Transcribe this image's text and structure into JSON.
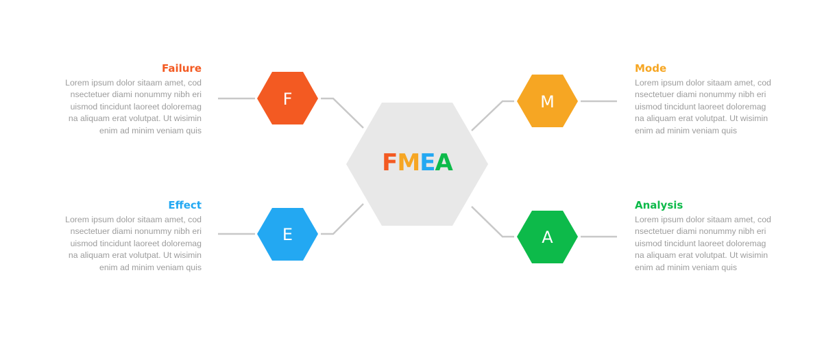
{
  "center": {
    "letters": [
      "F",
      "M",
      "E",
      "A"
    ],
    "colors": [
      "#F35A22",
      "#F6A623",
      "#23A8F2",
      "#0DBA4A"
    ],
    "fill": "#E8E8E8"
  },
  "connector_color": "#C8C8C8",
  "nodes": [
    {
      "id": "failure",
      "letter": "F",
      "title": "Failure",
      "color": "#F35A22",
      "body": "Lorem ipsum dolor sitaam amet, cod\nnsectetuer diami nonummy  nibh eri\nuismod tincidunt laoreet doloremag\nna aliquam erat volutpat. Ut wisimin\nenim ad minim veniam quis"
    },
    {
      "id": "mode",
      "letter": "M",
      "title": "Mode",
      "color": "#F6A623",
      "body": "Lorem ipsum dolor sitaam amet, cod\nnsectetuer diami nonummy  nibh eri\nuismod tincidunt laoreet doloremag\nna aliquam erat volutpat. Ut wisimin\nenim ad minim veniam quis"
    },
    {
      "id": "effect",
      "letter": "E",
      "title": "Effect",
      "color": "#23A8F2",
      "body": "Lorem ipsum dolor sitaam amet, cod\nnsectetuer diami nonummy  nibh eri\nuismod tincidunt laoreet doloremag\nna aliquam erat volutpat. Ut wisimin\nenim ad minim veniam quis"
    },
    {
      "id": "analysis",
      "letter": "A",
      "title": "Analysis",
      "color": "#0DBA4A",
      "body": "Lorem ipsum dolor sitaam amet, cod\nnsectetuer diami nonummy  nibh eri\nuismod tincidunt laoreet doloremag\nna aliquam erat volutpat. Ut wisimin\nenim ad minim veniam quis"
    }
  ]
}
